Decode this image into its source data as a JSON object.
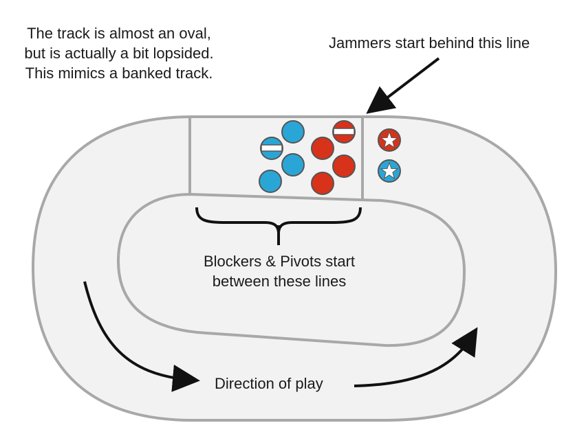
{
  "labels": {
    "track_note": [
      "The track is almost an oval,",
      "but is actually a bit lopsided.",
      "This mimics a banked track."
    ],
    "jammer_line": "Jammers start behind this line",
    "pack_zone": [
      "Blockers & Pivots start",
      "between these lines"
    ],
    "direction": "Direction of play"
  },
  "colors": {
    "track_outline": "#a8a8a8",
    "track_fill": "#f2f2f2",
    "blue_team": "#2aa6d6",
    "red_team": "#d8321a",
    "arrow": "#111111"
  },
  "players": [
    {
      "team": "blue",
      "role": "pivot",
      "icon": "stripe"
    },
    {
      "team": "blue",
      "role": "blocker",
      "icon": "none"
    },
    {
      "team": "blue",
      "role": "blocker",
      "icon": "none"
    },
    {
      "team": "blue",
      "role": "blocker",
      "icon": "none"
    },
    {
      "team": "red",
      "role": "pivot",
      "icon": "stripe"
    },
    {
      "team": "red",
      "role": "blocker",
      "icon": "none"
    },
    {
      "team": "red",
      "role": "blocker",
      "icon": "none"
    },
    {
      "team": "red",
      "role": "blocker",
      "icon": "none"
    },
    {
      "team": "red",
      "role": "jammer",
      "icon": "star"
    },
    {
      "team": "blue",
      "role": "jammer",
      "icon": "star"
    }
  ]
}
